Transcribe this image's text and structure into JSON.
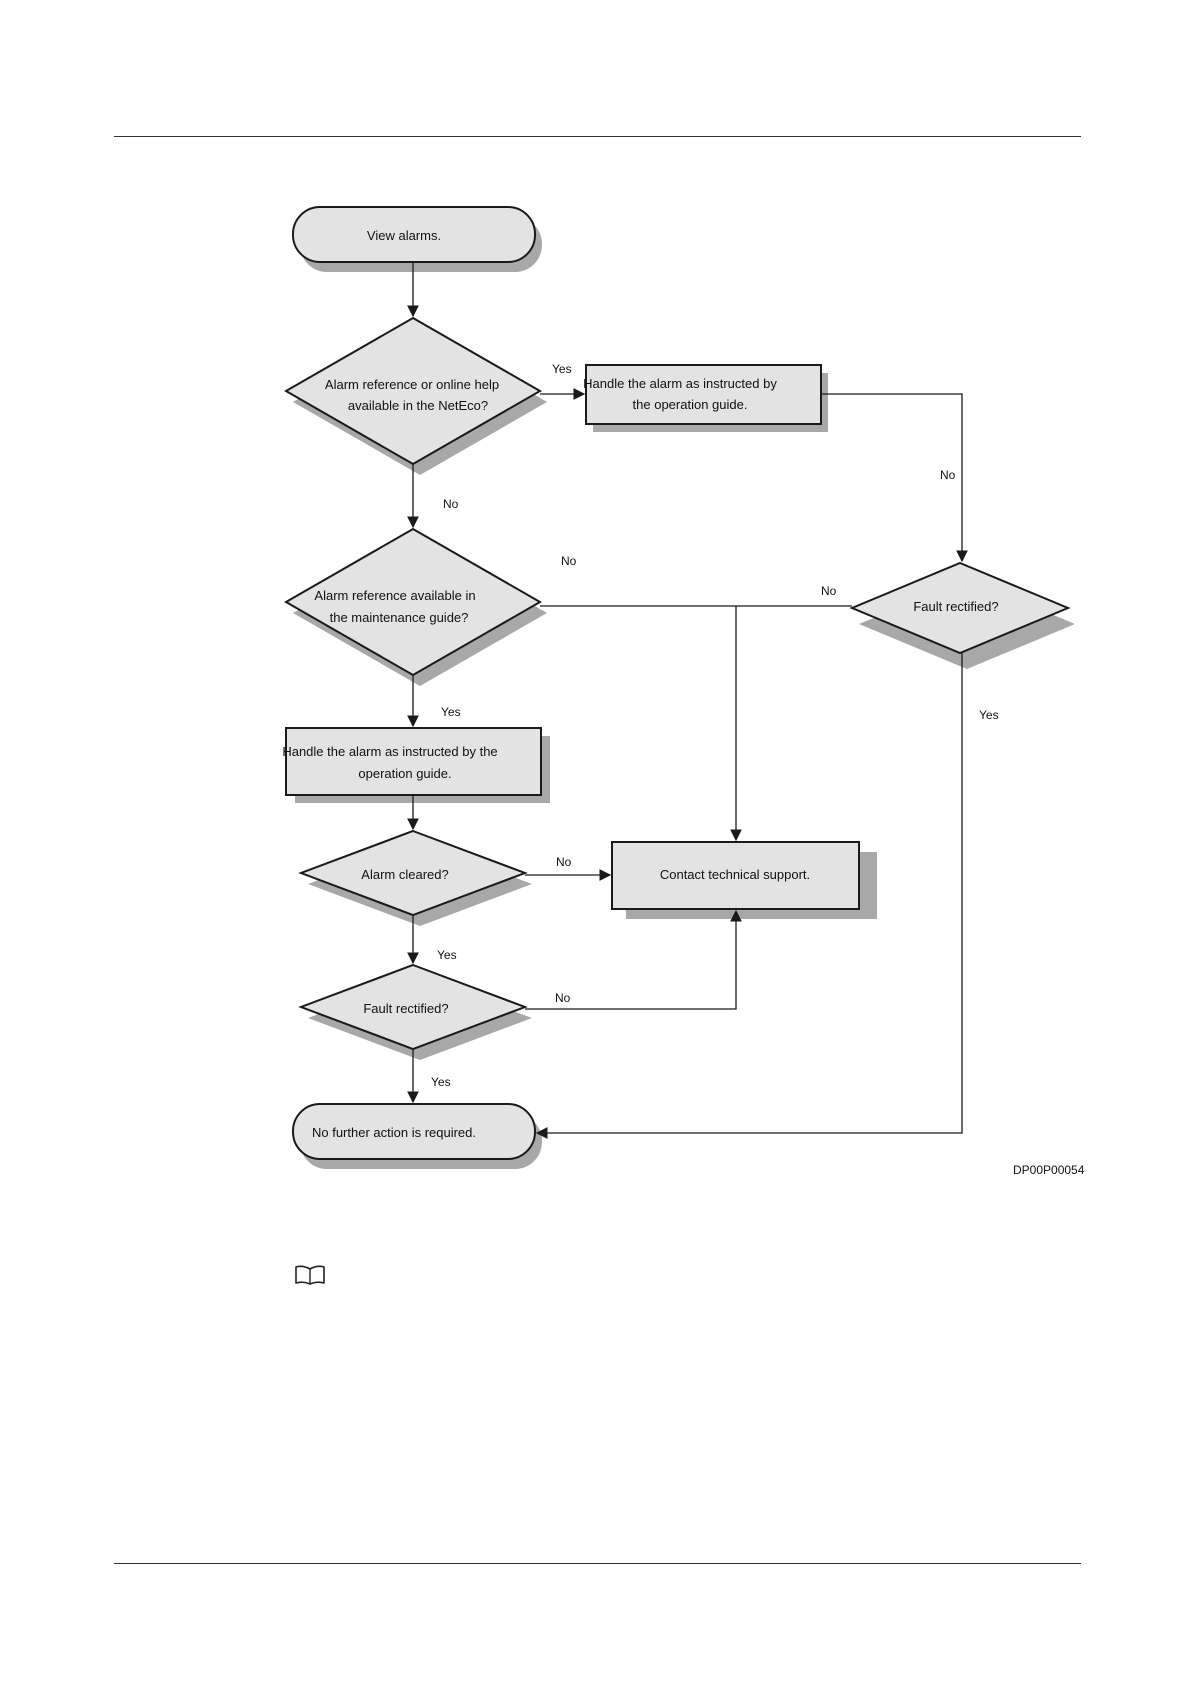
{
  "diagram": {
    "nodes": {
      "start": {
        "lines": [
          "View alarms."
        ]
      },
      "d1": {
        "lines": [
          "Alarm reference or online help",
          "available in the NetEco?"
        ]
      },
      "p1": {
        "lines": [
          "Handle the alarm as instructed by",
          "the operation guide."
        ]
      },
      "d2": {
        "lines": [
          "Alarm reference available in",
          "the maintenance guide?"
        ]
      },
      "d_right": {
        "lines": [
          "Fault rectified?"
        ]
      },
      "p2": {
        "lines": [
          "Handle the alarm as instructed by the",
          "operation guide."
        ]
      },
      "d3": {
        "lines": [
          "Alarm cleared?"
        ]
      },
      "contact": {
        "lines": [
          "Contact technical support."
        ]
      },
      "d4": {
        "lines": [
          "Fault rectified?"
        ]
      },
      "end": {
        "lines": [
          "No further action is required."
        ]
      }
    },
    "edge_labels": {
      "d1_yes": "Yes",
      "d1_no": "No",
      "p1_no": "No",
      "d2_no": "No",
      "dright_no": "No",
      "d2_yes": "Yes",
      "dright_yes": "Yes",
      "d3_no": "No",
      "d3_yes": "Yes",
      "d4_no": "No",
      "d4_yes": "Yes"
    },
    "figure_id": "DP00P00054"
  },
  "note": {
    "icon": "book-icon"
  },
  "colors": {
    "shape_fill": "#e3e3e3",
    "shadow": "#a8a8a8",
    "stroke": "#1a1a1a"
  }
}
